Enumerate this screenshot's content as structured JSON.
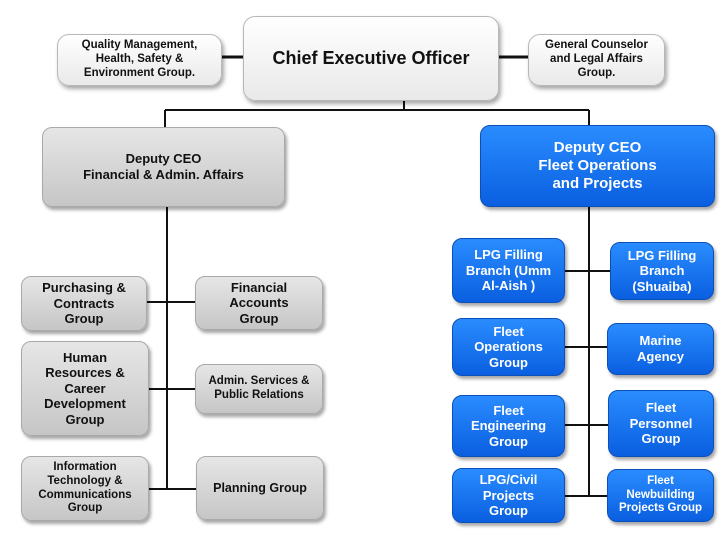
{
  "ceo": "Chief Executive Officer",
  "qhse": "Quality Management,\nHealth, Safety &\nEnvironment Group.",
  "legal": "General Counselor\nand Legal Affairs\nGroup.",
  "deputy_fin": "Deputy CEO\nFinancial & Admin. Affairs",
  "deputy_fleet": "Deputy CEO\nFleet Operations\nand Projects",
  "left_units": {
    "purchasing": "Purchasing &\nContracts\nGroup",
    "financial": "Financial\nAccounts\nGroup",
    "hr": "Human\nResources &\nCareer\nDevelopment\nGroup",
    "admin": "Admin. Services &\nPublic Relations",
    "it": "Information\nTechnology &\nCommunications\nGroup",
    "planning": "Planning Group"
  },
  "right_units": {
    "lpg_umm": "LPG Filling\nBranch (Umm\nAl-Aish )",
    "lpg_shuaiba": "LPG Filling\nBranch\n(Shuaiba)",
    "fleet_ops": "Fleet\nOperations\nGroup",
    "marine": "Marine\nAgency",
    "fleet_eng": "Fleet\nEngineering\nGroup",
    "fleet_personnel": "Fleet\nPersonnel\nGroup",
    "lpg_civil": "LPG/Civil\nProjects\nGroup",
    "fleet_newbuilding": "Fleet\nNewbuilding\nProjects Group"
  }
}
